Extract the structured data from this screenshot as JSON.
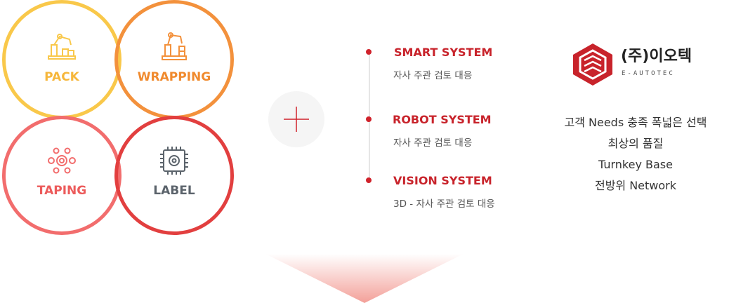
{
  "categories": [
    {
      "label": "PACK",
      "color": "#f9c84a",
      "icon": "robot-arm-pack-icon"
    },
    {
      "label": "WRAPPING",
      "color": "#f3913c",
      "icon": "robot-arm-wrapping-icon"
    },
    {
      "label": "TAPING",
      "color": "#f26d6d",
      "icon": "gear-network-icon"
    },
    {
      "label": "LABEL",
      "color": "#5b636b",
      "icon": "chip-gear-icon"
    }
  ],
  "systems": [
    {
      "title": "SMART SYSTEM",
      "desc": "자사 주관 검토 대응"
    },
    {
      "title": "ROBOT SYSTEM",
      "desc": "자사 주관 검토 대응"
    },
    {
      "title": "VISION SYSTEM",
      "desc": "3D - 자사 주관 검토 대응"
    }
  ],
  "company": {
    "name": "(주)이오텍",
    "sub": "E-AUTOTEC",
    "brand_color": "#c8232b"
  },
  "features": [
    "고객 Needs 충족 폭넓은 선택",
    "최상의 품질",
    "Turnkey Base",
    "전방위 Network"
  ]
}
